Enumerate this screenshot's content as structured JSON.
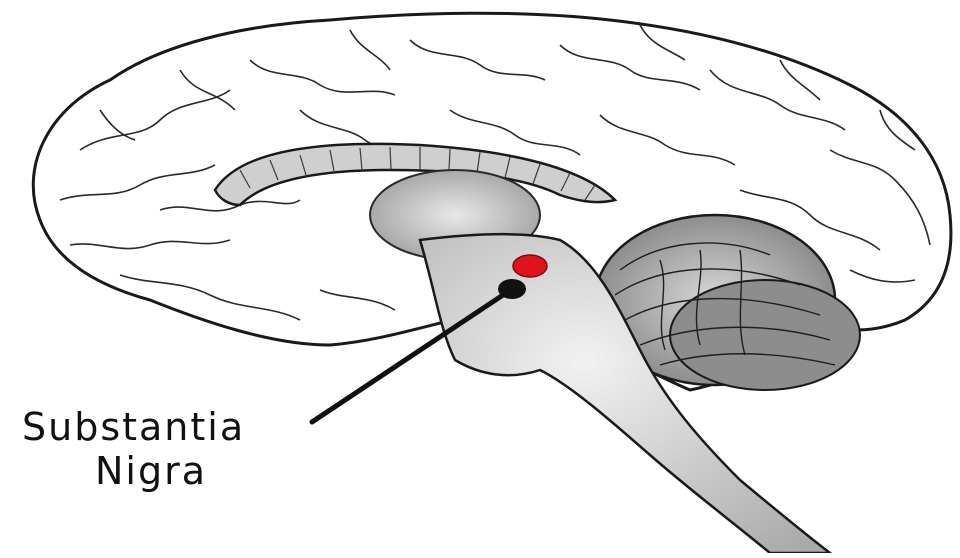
{
  "diagram": {
    "subject": "brain-sagittal-section",
    "callout": {
      "line1": "Substantia",
      "line2": "Nigra"
    },
    "colors": {
      "background": "#ffffff",
      "outline": "#1a1a1a",
      "shading": "#8a8a8a",
      "highlight": "#e0131c",
      "label": "#111111"
    }
  }
}
